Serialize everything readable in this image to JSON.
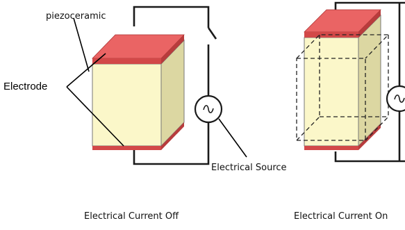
{
  "labels": {
    "piezoceramic": "piezoceramic",
    "electrode": "Electrode",
    "electrical_source": "Electrical Source",
    "caption_off": "Electrical Current Off",
    "caption_on": "Electrical Current On"
  },
  "colors": {
    "electrode_top": "#e85f5f",
    "electrode_front": "#d24848",
    "ceramic_front": "#fbf7c9",
    "ceramic_side": "#dcd7a2",
    "wire": "#1a1a1a"
  }
}
